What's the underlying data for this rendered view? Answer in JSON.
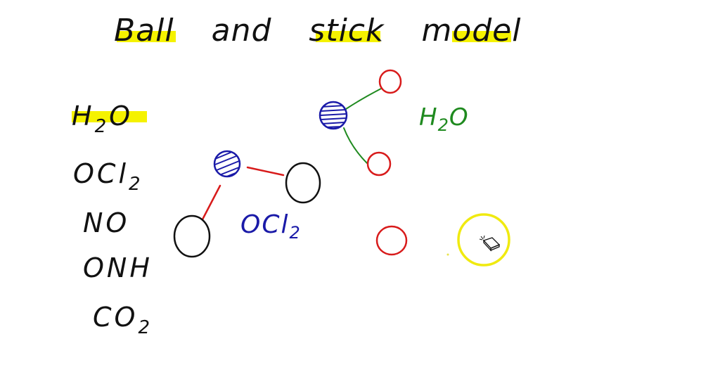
{
  "title": {
    "words": [
      "Ball",
      "and",
      "stick",
      "model"
    ],
    "highlight_color": "#f5f200",
    "ink_color": "#111111"
  },
  "formula_list": {
    "items": [
      {
        "main": "H",
        "sub": "2",
        "tail": "O",
        "highlighted": true
      },
      {
        "main": "OCl",
        "sub": "2",
        "tail": "",
        "highlighted": false
      },
      {
        "main": "NO",
        "sub": "",
        "tail": "",
        "highlighted": false
      },
      {
        "main": "ONH",
        "sub": "",
        "tail": "",
        "highlighted": false
      },
      {
        "main": "CO",
        "sub": "2",
        "tail": "",
        "highlighted": false
      }
    ]
  },
  "models": {
    "ocl2": {
      "label_main": "OCl",
      "label_sub": "2",
      "label_color": "#1a1aa8",
      "center_atom_color": "#1a1aa8",
      "outer_atom_color": "#111111",
      "bond_color": "#d81b1b"
    },
    "h2o": {
      "label_main": "H",
      "label_sub": "2",
      "label_tail": "O",
      "label_color": "#1f8a1f",
      "center_atom_color": "#1a1aa8",
      "outer_atom_color": "#d81b1b",
      "bond_color": "#1f8a1f"
    },
    "loose_atoms": [
      {
        "color": "#d81b1b",
        "role": "red-atom"
      },
      {
        "color": "#f0ea10",
        "role": "yellow-atom"
      }
    ]
  },
  "tool": {
    "cursor": "eraser-icon"
  }
}
